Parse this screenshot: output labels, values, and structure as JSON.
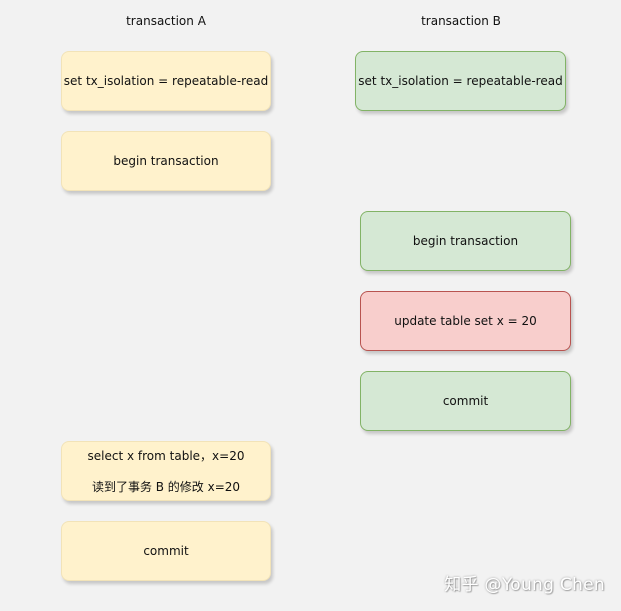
{
  "headers": {
    "a": "transaction A",
    "b": "transaction B"
  },
  "transaction_a": {
    "set_isolation": "set tx_isolation = repeatable-read",
    "begin": "begin transaction",
    "select_line1": "select x from table，x=20",
    "select_line2": "读到了事务 B 的修改 x=20",
    "commit": "commit"
  },
  "transaction_b": {
    "set_isolation": "set tx_isolation = repeatable-read",
    "begin": "begin transaction",
    "update": "update table set x = 20",
    "commit": "commit"
  },
  "watermark": "知乎 @Young Chen",
  "colors": {
    "background": "#f2f2f2",
    "yellow_fill": "#fff2cc",
    "green_fill": "#d5e8d4",
    "green_border": "#82b366",
    "red_fill": "#f8cecc",
    "red_border": "#b85450"
  }
}
